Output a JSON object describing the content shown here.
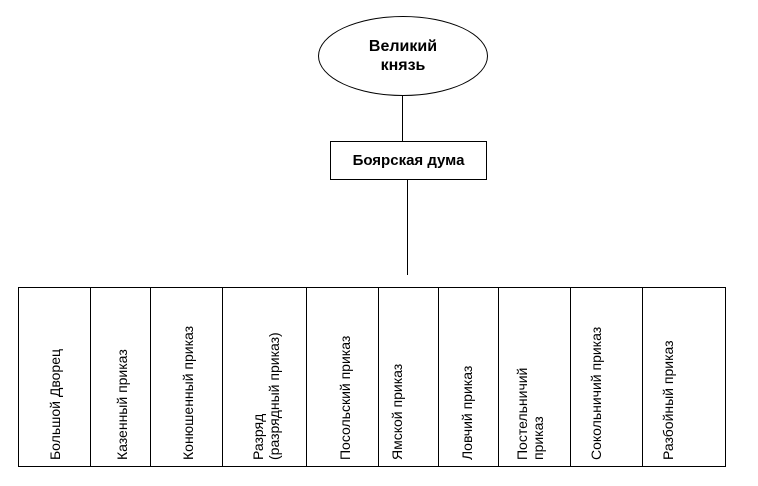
{
  "top": {
    "label_line1": "Великий",
    "label_line2": "князь"
  },
  "duma": {
    "label": "Боярская дума"
  },
  "prikazy": [
    {
      "label": "Большой Дворец"
    },
    {
      "label": "Казенный приказ"
    },
    {
      "label": "Конюшенный приказ"
    },
    {
      "label": "Разряд\n(разрядный приказ)"
    },
    {
      "label": "Посольский приказ"
    },
    {
      "label": "Ямской приказ"
    },
    {
      "label": "Ловчий приказ"
    },
    {
      "label": "Постельничий\nприказ"
    },
    {
      "label": "Сокольничий приказ"
    },
    {
      "label": "Разбойный приказ"
    }
  ]
}
